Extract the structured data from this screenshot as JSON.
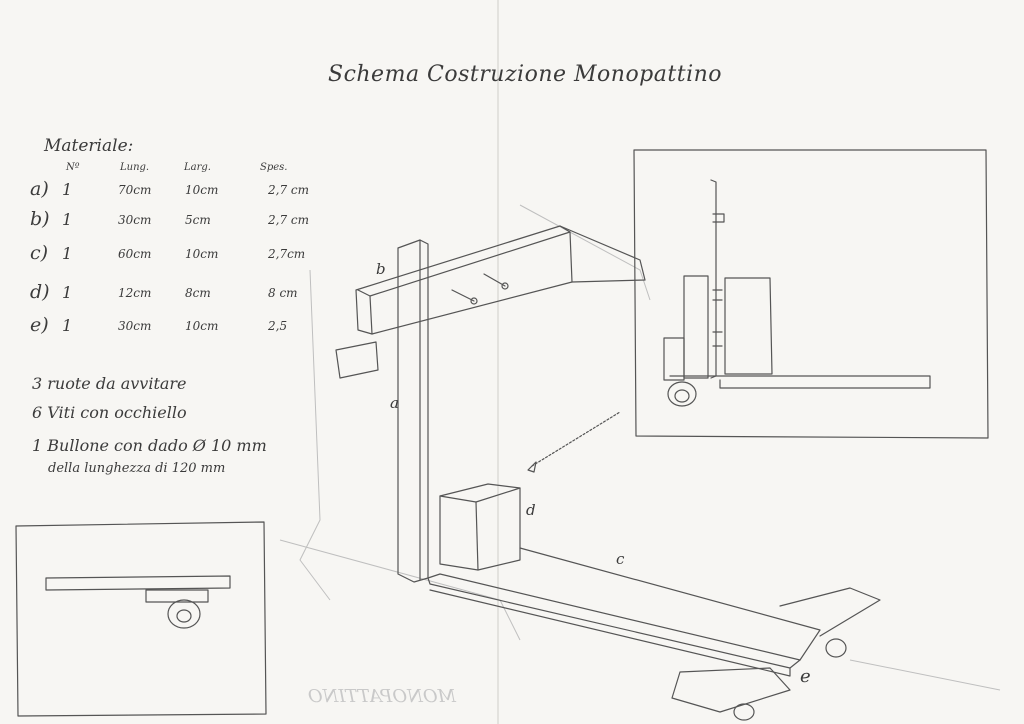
{
  "title": "Schema Costruzione Monopattino",
  "materials": {
    "label": "Materiale:",
    "headers": {
      "qty": "Nº",
      "length": "Lung.",
      "width": "Larg.",
      "thickness": "Spes."
    },
    "rows": [
      {
        "id": "a)",
        "qty": "1",
        "length": "70cm",
        "width": "10cm",
        "thickness": "2,7 cm"
      },
      {
        "id": "b)",
        "qty": "1",
        "length": "30cm",
        "width": "5cm",
        "thickness": "2,7 cm"
      },
      {
        "id": "c)",
        "qty": "1",
        "length": "60cm",
        "width": "10cm",
        "thickness": "2,7cm"
      },
      {
        "id": "d)",
        "qty": "1",
        "length": "12cm",
        "width": "8cm",
        "thickness": "8 cm"
      },
      {
        "id": "e)",
        "qty": "1",
        "length": "30cm",
        "width": "10cm",
        "thickness": "2,5"
      }
    ]
  },
  "notes": [
    "3 ruote da avvitare",
    "6 Viti con occhiello",
    "1 Bullone con dado Ø 10 mm",
    "della lunghezza di 120 mm"
  ],
  "part_labels": {
    "a": "a",
    "b": "b",
    "c": "c",
    "d": "d",
    "e": "e"
  },
  "bleed_text": "MONOPATTINO",
  "colors": {
    "paper": "#f7f6f3",
    "pencil": "#555555",
    "faint": "#bfbfbf"
  }
}
